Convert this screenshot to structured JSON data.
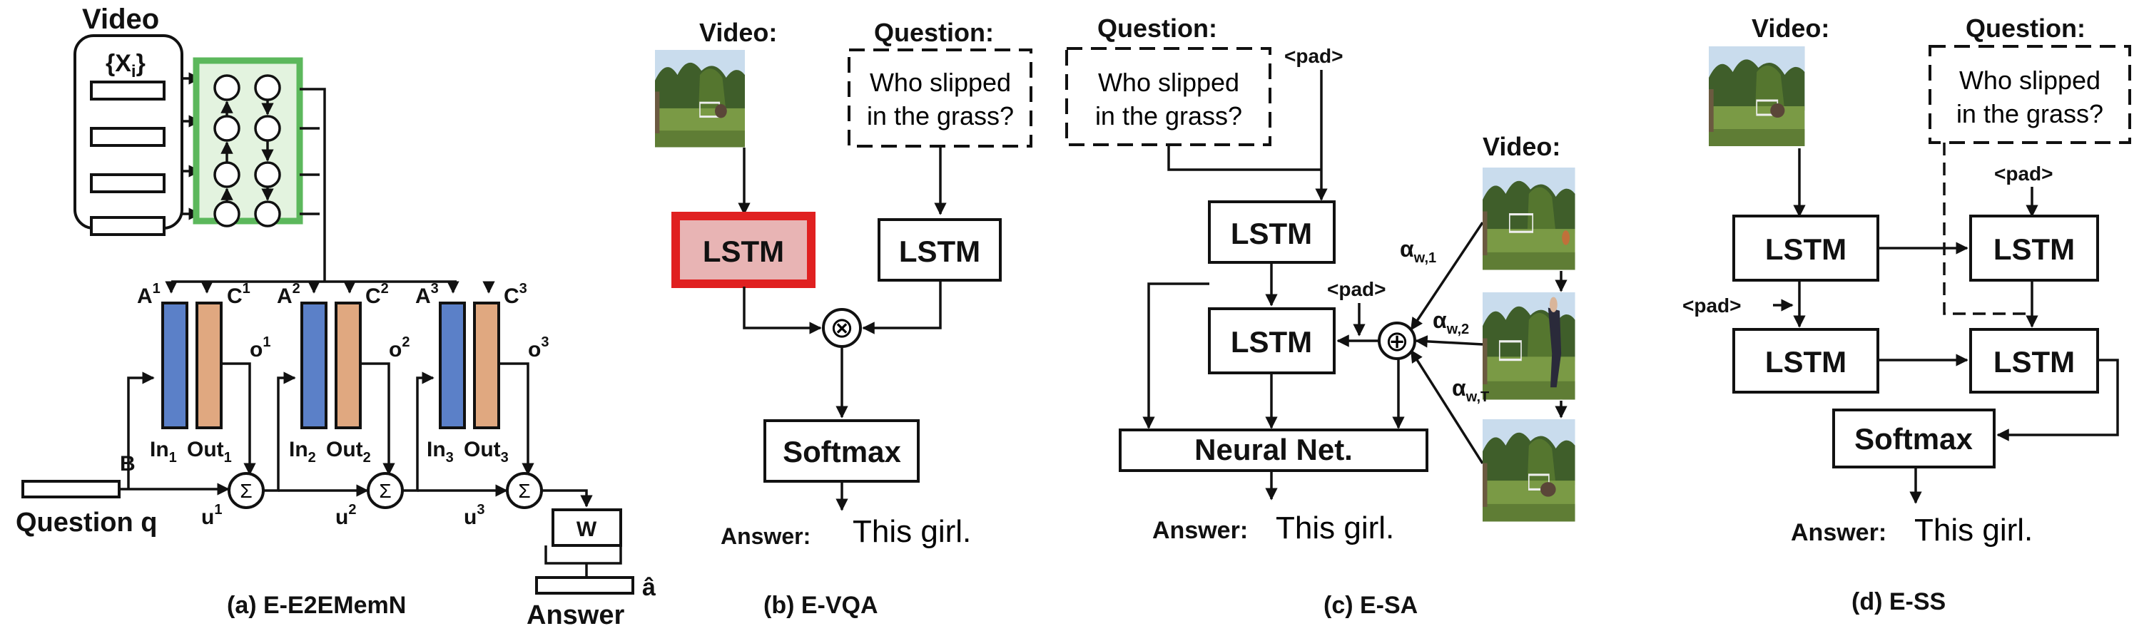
{
  "panel_a": {
    "caption": "(a) E-E2EMemN",
    "video_label": "Video",
    "xi_label": "{X",
    "xi_sub": "i",
    "xi_close": "}",
    "a_label": "A",
    "c_label": "C",
    "o_label": "o",
    "u_label": "u",
    "in_label": "In",
    "out_label": "Out",
    "idx": [
      "1",
      "2",
      "3"
    ],
    "sigma": "Σ",
    "b_label": "B",
    "question_label": "Question q",
    "w_label": "W",
    "answer_label": "Answer",
    "ahat": "â",
    "colors": {
      "green": "#5cb85c",
      "green_fill": "#e3f3df",
      "blue": "#5b80c8",
      "orange": "#e0a880"
    }
  },
  "panel_b": {
    "caption": "(b) E-VQA",
    "video_label": "Video:",
    "question_label": "Question:",
    "question_text": [
      "Who slipped",
      "in the grass?"
    ],
    "lstm": "LSTM",
    "otimes": "⊗",
    "softmax": "Softmax",
    "answer_label": "Answer:",
    "answer_text": "This girl.",
    "colors": {
      "red": "#e02020",
      "pink": "#e8b4b4"
    }
  },
  "panel_c": {
    "caption": "(c) E-SA",
    "question_label": "Question:",
    "question_text": [
      "Who slipped",
      "in the grass?"
    ],
    "pad": "<pad>",
    "video_label": "Video:",
    "lstm": "LSTM",
    "oplus": "⊕",
    "alpha": "α",
    "alpha_subs": [
      "w,1",
      "w,2",
      "w,T"
    ],
    "neural_net": "Neural Net.",
    "answer_label": "Answer:",
    "answer_text": "This girl."
  },
  "panel_d": {
    "caption": "(d) E-SS",
    "video_label": "Video:",
    "question_label": "Question:",
    "question_text": [
      "Who slipped",
      "in the grass?"
    ],
    "pad": "<pad>",
    "lstm": "LSTM",
    "softmax": "Softmax",
    "answer_label": "Answer:",
    "answer_text": "This girl."
  }
}
